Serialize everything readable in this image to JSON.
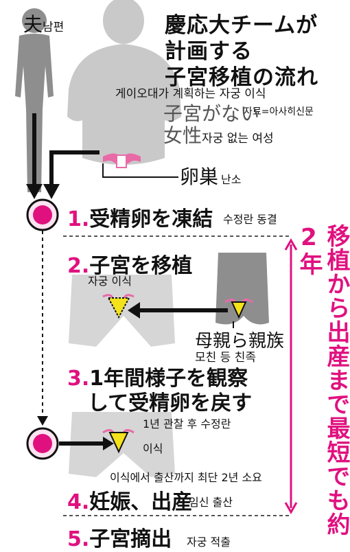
{
  "title": {
    "line1": "慶応大チームが",
    "line2": "計画する",
    "line3": "子宮移植の流れ",
    "korean": "게이오대가 계획하는 자궁 이식"
  },
  "source": "자료=아사히신문",
  "husband": {
    "jp": "夫",
    "ko": "남편"
  },
  "woman": {
    "jp_line1": "子宮がない",
    "jp_line2": "女性",
    "ko": "자궁 없는 여성"
  },
  "ovary": {
    "jp": "卵巣",
    "ko": "난소"
  },
  "steps": [
    {
      "num": "1.",
      "jp": "受精卵を凍結",
      "ko": "수정란 동결"
    },
    {
      "num": "2.",
      "jp": "子宮を移植",
      "ko": "자궁 이식"
    },
    {
      "num": "3.",
      "jp_line1": "1年間様子を観察",
      "jp_line2": "して受精卵を戻す",
      "ko_line1": "1년 관찰 후 수정란",
      "ko_line2": "이식"
    },
    {
      "num": "4.",
      "jp": "妊娠、出産",
      "ko": "임신 출산"
    },
    {
      "num": "5.",
      "jp": "子宮摘出",
      "ko": "자궁 적출"
    }
  ],
  "donor": {
    "jp": "母親ら親族",
    "ko": "모친 등 친족"
  },
  "duration": {
    "jp": "移植から出産まで最短でも約2年",
    "ko": "이식에서 출산까지 최단 2년 소요"
  },
  "colors": {
    "accent": "#e0117f",
    "silhouette": "#c9c9c9",
    "uterus_yellow": "#f4e21a",
    "uterus_pink": "#e86aa6"
  }
}
